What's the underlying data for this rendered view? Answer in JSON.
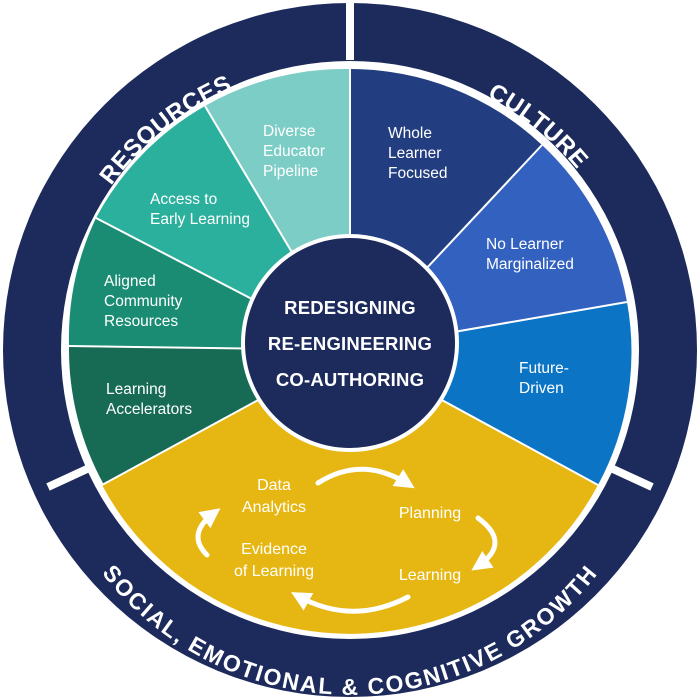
{
  "outer_ring": {
    "resources": "RESOURCES",
    "culture": "CULTURE",
    "growth": "SOCIAL, EMOTIONAL & COGNITIVE GROWTH"
  },
  "center": {
    "line1": "REDESIGNING",
    "line2": "RE-ENGINEERING",
    "line3": "CO-AUTHORING"
  },
  "segments": {
    "learning_accelerators": [
      "Learning",
      "Accelerators"
    ],
    "aligned_community": [
      "Aligned",
      "Community",
      "Resources"
    ],
    "early_learning": [
      "Access to",
      "Early Learning"
    ],
    "educator_pipeline": [
      "Diverse",
      "Educator",
      "Pipeline"
    ],
    "whole_learner": [
      "Whole",
      "Learner",
      "Focused"
    ],
    "no_learner": [
      "No Learner",
      "Marginalized"
    ],
    "future_driven": [
      "Future-",
      "Driven"
    ]
  },
  "cycle": {
    "data_analytics": [
      "Data",
      "Analytics"
    ],
    "planning": "Planning",
    "learning": "Learning",
    "evidence": [
      "Evidence",
      "of Learning"
    ]
  },
  "colors": {
    "navy": "#1c2a5c",
    "learning_accelerators": "#176b55",
    "aligned_community": "#1a8c73",
    "early_learning": "#2bb09d",
    "educator_pipeline": "#7ccdc6",
    "whole_learner": "#233e80",
    "no_learner": "#3361bf",
    "future_driven": "#0b74c4",
    "growth": "#e6b712"
  }
}
